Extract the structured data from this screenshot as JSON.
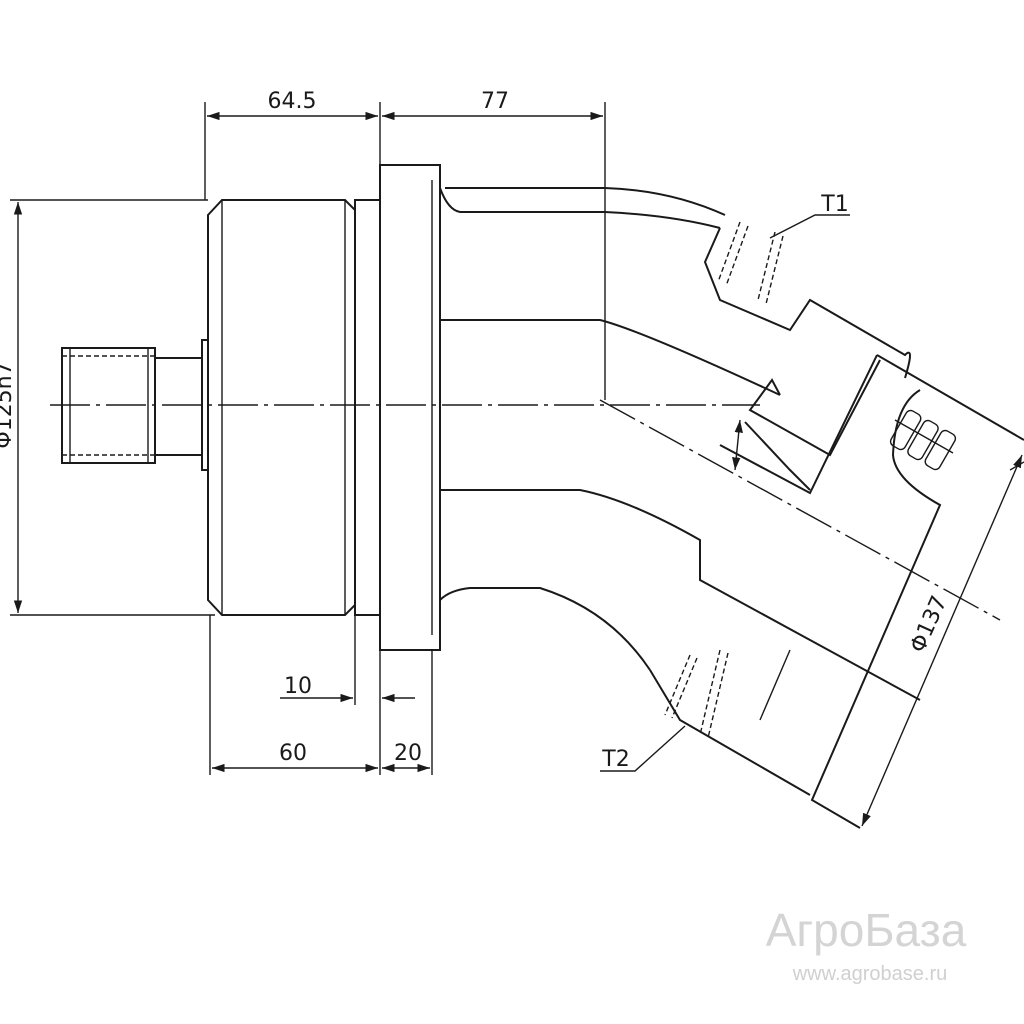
{
  "drawing": {
    "dimensions": {
      "top_left_length": "64.5",
      "top_right_length": "77",
      "flange_diameter": "Φ125h7",
      "end_diameter": "Φ137",
      "step_length": "10",
      "body_length": "60",
      "flange_thickness": "20"
    },
    "ports": {
      "t1": "T1",
      "t2": "T2"
    }
  },
  "watermark": {
    "brand": "АгроБаза",
    "url": "www.agrobase.ru"
  }
}
